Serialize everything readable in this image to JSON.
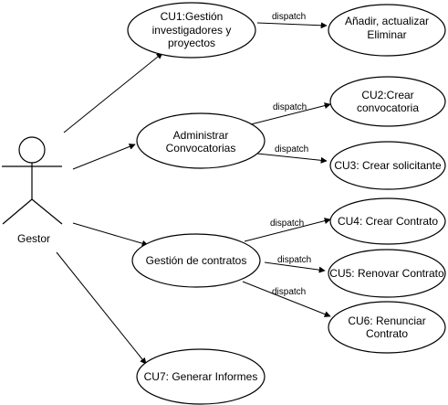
{
  "actor": {
    "name": "Gestor"
  },
  "use_cases": {
    "cu1": [
      "CU1:Gestión",
      "investigadores y",
      "proyectos"
    ],
    "add": [
      "Añadir, actualizar",
      "Eliminar"
    ],
    "admin_conv": [
      "Administrar",
      "Convocatorias"
    ],
    "cu2": [
      "CU2:Crear",
      "convocatoria"
    ],
    "cu3": [
      "CU3: Crear solicitante"
    ],
    "contracts": [
      "Gestión de contratos"
    ],
    "cu4": [
      "CU4: Crear Contrato"
    ],
    "cu5": [
      "CU5: Renovar Contrato"
    ],
    "cu6": [
      "CU6: Renunciar",
      "Contrato"
    ],
    "cu7": [
      "CU7: Generar Informes"
    ]
  },
  "relations": {
    "dispatch_label": "dispatch"
  }
}
